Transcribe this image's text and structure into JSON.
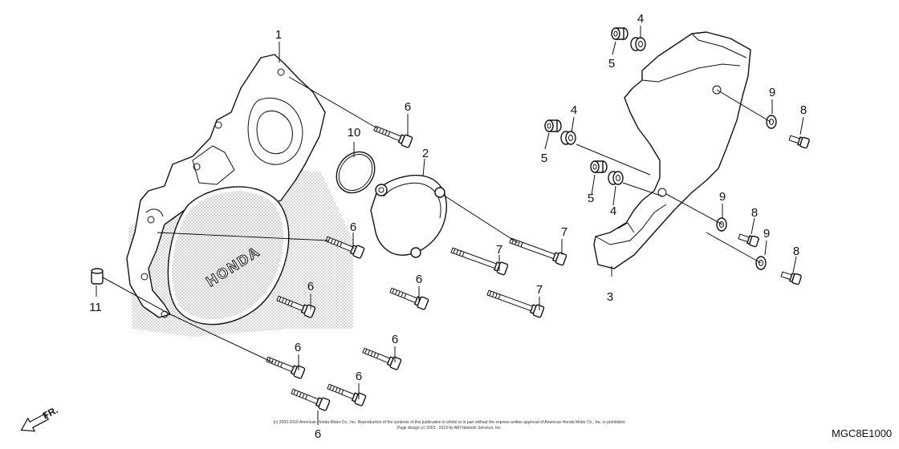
{
  "callouts": {
    "c1": "1",
    "c2": "2",
    "c3": "3",
    "c10": "10",
    "c11": "11",
    "c4a": "4",
    "c4b": "4",
    "c4c": "4",
    "c5a": "5",
    "c5b": "5",
    "c5c": "5",
    "c6a": "6",
    "c6b": "6",
    "c6c": "6",
    "c6d": "6",
    "c6e": "6",
    "c6f": "6",
    "c6g": "6",
    "c6h": "6",
    "c7a": "7",
    "c7b": "7",
    "c7c": "7",
    "c8a": "8",
    "c8b": "8",
    "c8c": "8",
    "c9a": "9",
    "c9b": "9",
    "c9c": "9"
  },
  "logo": "HONDA",
  "front_label": "FR.",
  "diagram_code": "MGC8E1000",
  "copyright_line1": "(c) 2003-2019 American Honda Motor Co., Inc. Reproduction of the contents of this publication in whole or in part without the express written approval of American Honda Motor Co., Inc. is prohibited.",
  "copyright_line2": "Page design (c) 2003 - 2019 by ARI Network Services, Inc."
}
